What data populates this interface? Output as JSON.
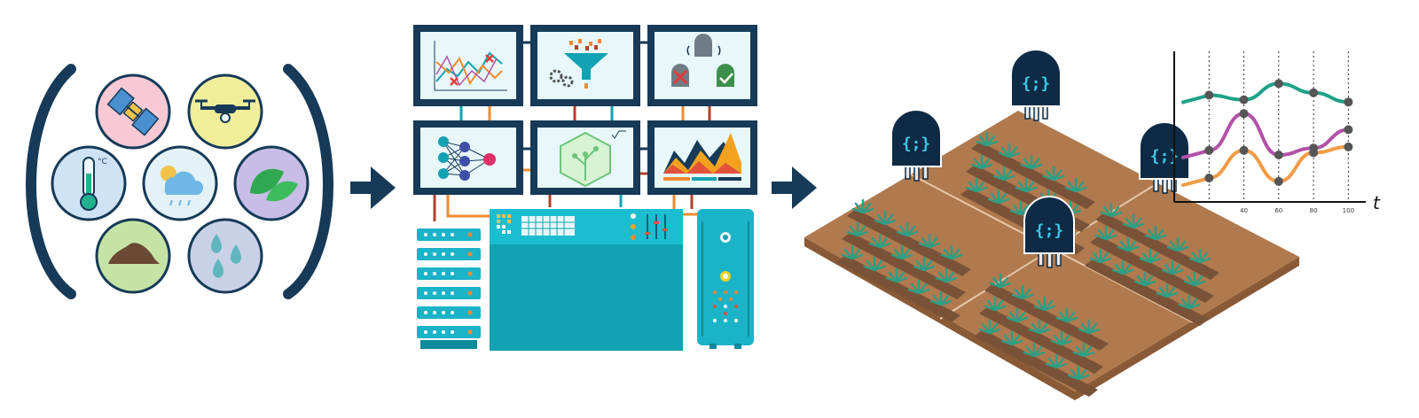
{
  "inputs": {
    "icons": [
      {
        "name": "satellite-icon",
        "bg": "#f6c9d4"
      },
      {
        "name": "drone-icon",
        "bg": "#f1ee9a"
      },
      {
        "name": "thermometer-icon",
        "bg": "#cfe3f6",
        "unit": "°C"
      },
      {
        "name": "weather-icon",
        "bg": "#e3f2f6"
      },
      {
        "name": "leaf-icon",
        "bg": "#c7bde6"
      },
      {
        "name": "soil-icon",
        "bg": "#c6e3a6"
      },
      {
        "name": "water-drops-icon",
        "bg": "#c9d1e8"
      }
    ],
    "bracket_color": "#163a57"
  },
  "arrows": {
    "color": "#163a57"
  },
  "processing": {
    "monitor_frame": "#163a57",
    "screen_bg": "#e8f8fa",
    "accent_teal": "#12a2b4",
    "accent_orange": "#f28a2e",
    "accent_red": "#b3402a",
    "panels": [
      {
        "name": "line-chart-panel"
      },
      {
        "name": "data-filter-panel"
      },
      {
        "name": "sensor-validation-panel"
      },
      {
        "name": "neural-network-panel"
      },
      {
        "name": "decision-tree-panel"
      },
      {
        "name": "area-chart-panel"
      }
    ]
  },
  "field": {
    "soil": "#b07a4e",
    "soil_side": "#8a5a36",
    "rows": "#7a5238",
    "plants": "#2e9e84",
    "sensor_label": "{;}",
    "sensor_color": "#0e2a44",
    "sensor_text_color": "#3cc8e8"
  },
  "timeseries": {
    "x_label": "t",
    "x_ticks": [
      "40",
      "60",
      "80",
      "100"
    ],
    "series_colors": [
      "#1ea28a",
      "#b251a8",
      "#f29b45"
    ]
  },
  "chart_data": {
    "type": "line",
    "x": [
      20,
      40,
      60,
      80,
      100
    ],
    "xlabel": "t",
    "series": [
      {
        "color": "#1ea28a",
        "values": [
          0.82,
          0.78,
          0.92,
          0.84,
          0.76
        ]
      },
      {
        "color": "#b251a8",
        "values": [
          0.34,
          0.66,
          0.3,
          0.36,
          0.52
        ]
      },
      {
        "color": "#f29b45",
        "values": [
          0.1,
          0.34,
          0.07,
          0.32,
          0.37
        ]
      }
    ],
    "x_ticks": [
      "40",
      "60",
      "80",
      "100"
    ],
    "grid": "vertical dotted"
  }
}
